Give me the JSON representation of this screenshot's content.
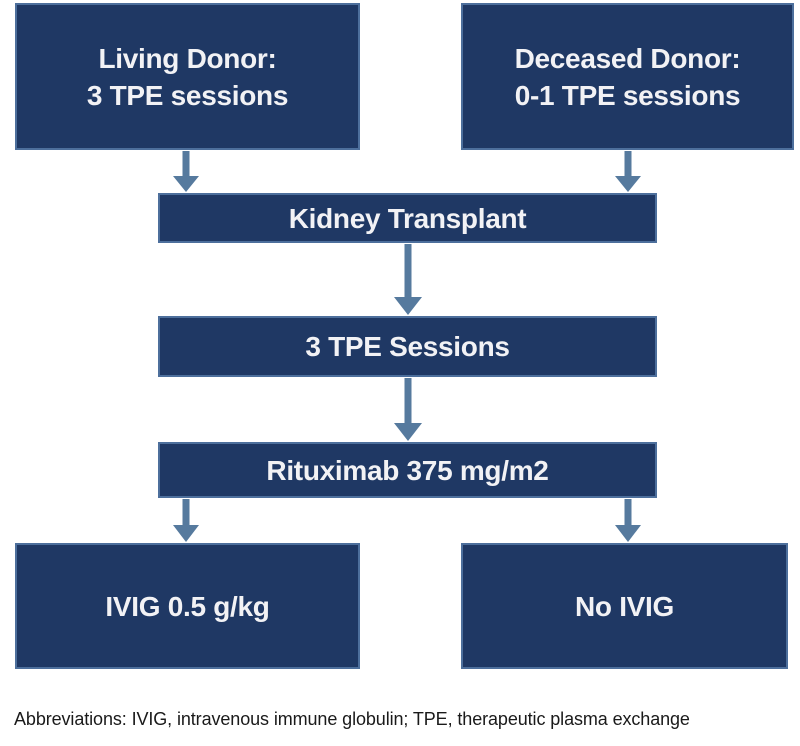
{
  "diagram": {
    "nodes": {
      "living_donor": {
        "line1": "Living Donor:",
        "line2": "3 TPE sessions"
      },
      "deceased_donor": {
        "line1": "Deceased Donor:",
        "line2": "0-1 TPE sessions"
      },
      "kidney_transplant": {
        "label": "Kidney Transplant"
      },
      "tpe_sessions": {
        "label": "3 TPE Sessions"
      },
      "rituximab": {
        "label": "Rituximab 375 mg/m2"
      },
      "ivig": {
        "label": "IVIG 0.5 g/kg"
      },
      "no_ivig": {
        "label": "No IVIG"
      }
    },
    "caption": "Abbreviations: IVIG, intravenous immune globulin; TPE, therapeutic plasma exchange",
    "colors": {
      "box_fill": "#1f3864",
      "box_border": "#4d6f9c",
      "box_text": "#f2f2f5",
      "arrow": "#567a9e",
      "caption_text": "#1a1a1a",
      "background": "#ffffff"
    }
  }
}
